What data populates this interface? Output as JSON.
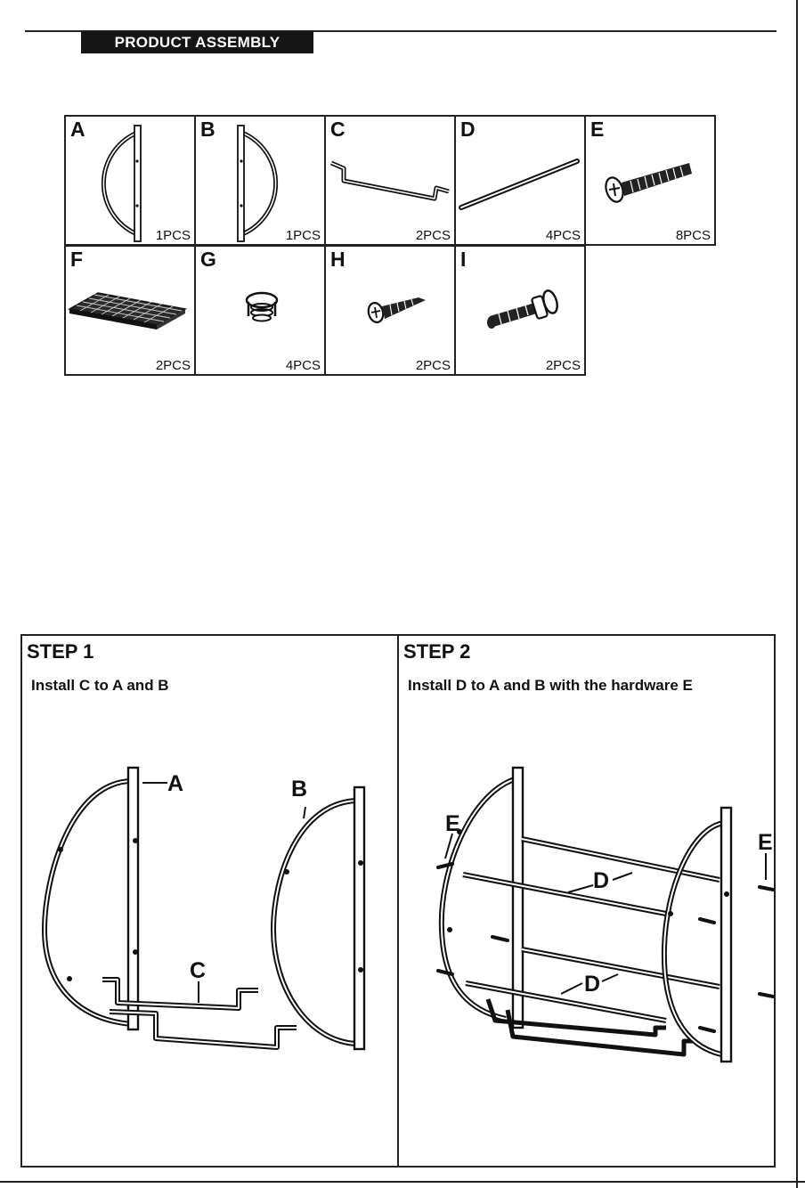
{
  "header": {
    "title": "PRODUCT ASSEMBLY"
  },
  "parts": [
    {
      "letter": "A",
      "qty": "1PCS",
      "icon": "half-ring-frame-left-icon"
    },
    {
      "letter": "B",
      "qty": "1PCS",
      "icon": "half-ring-frame-right-icon"
    },
    {
      "letter": "C",
      "qty": "2PCS",
      "icon": "bent-bar-icon"
    },
    {
      "letter": "D",
      "qty": "4PCS",
      "icon": "rod-icon"
    },
    {
      "letter": "E",
      "qty": "8PCS",
      "icon": "machine-screw-icon"
    },
    {
      "letter": "F",
      "qty": "2PCS",
      "icon": "mesh-shelf-icon"
    },
    {
      "letter": "G",
      "qty": "4PCS",
      "icon": "end-cap-icon"
    },
    {
      "letter": "H",
      "qty": "2PCS",
      "icon": "wood-screw-icon"
    },
    {
      "letter": "I",
      "qty": "2PCS",
      "icon": "wall-anchor-icon"
    }
  ],
  "steps": [
    {
      "title": "STEP 1",
      "text": "Install C to A and B",
      "callouts": {
        "a": "A",
        "b": "B",
        "c": "C"
      }
    },
    {
      "title": "STEP 2",
      "text": "Install D to A and B with the hardware E",
      "callouts": {
        "e1": "E",
        "e2": "E",
        "d1": "D",
        "d2": "D"
      }
    }
  ]
}
